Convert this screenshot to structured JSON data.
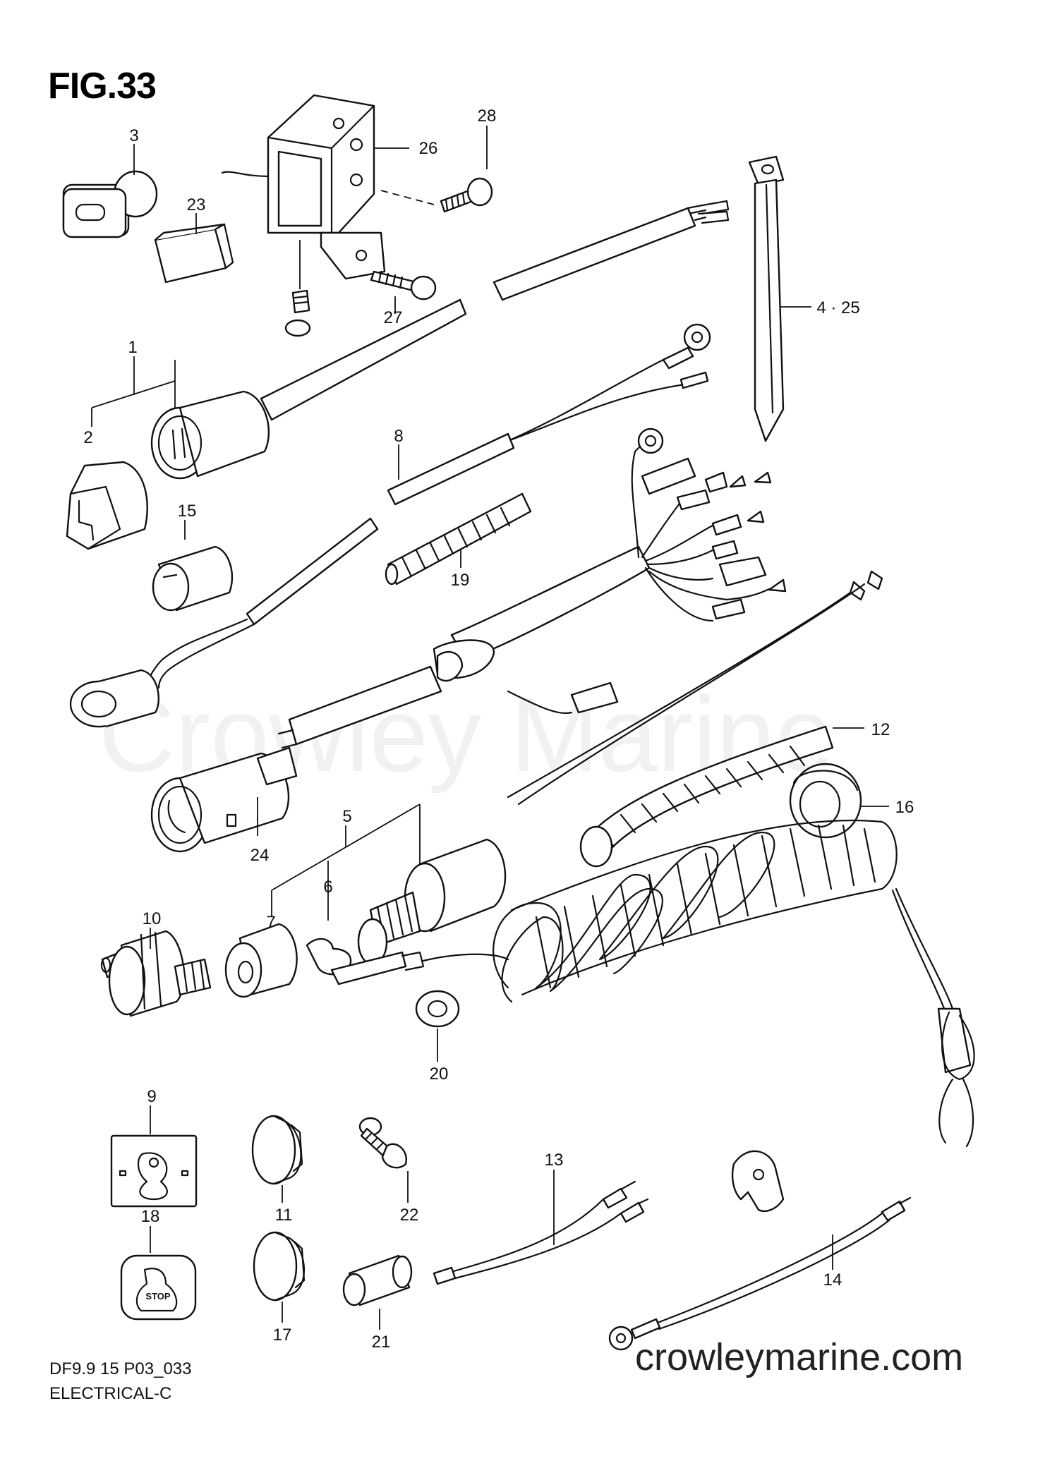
{
  "figure": {
    "title": "FIG.33",
    "model_code": "DF9.9 15 P03_033",
    "section": "ELECTRICAL-C",
    "website": "crowleymarine.com",
    "watermark": "Crowley Marine"
  },
  "part_labels": [
    {
      "id": "p1",
      "text": "1"
    },
    {
      "id": "p2",
      "text": "2"
    },
    {
      "id": "p3",
      "text": "3"
    },
    {
      "id": "p4_25",
      "text": "4 · 25"
    },
    {
      "id": "p5",
      "text": "5"
    },
    {
      "id": "p6",
      "text": "6"
    },
    {
      "id": "p7",
      "text": "7"
    },
    {
      "id": "p8",
      "text": "8"
    },
    {
      "id": "p9",
      "text": "9"
    },
    {
      "id": "p10",
      "text": "10"
    },
    {
      "id": "p11",
      "text": "11"
    },
    {
      "id": "p12",
      "text": "12"
    },
    {
      "id": "p13",
      "text": "13"
    },
    {
      "id": "p14",
      "text": "14"
    },
    {
      "id": "p15",
      "text": "15"
    },
    {
      "id": "p16",
      "text": "16"
    },
    {
      "id": "p17",
      "text": "17"
    },
    {
      "id": "p18",
      "text": "18"
    },
    {
      "id": "p19",
      "text": "19"
    },
    {
      "id": "p20",
      "text": "20"
    },
    {
      "id": "p21",
      "text": "21"
    },
    {
      "id": "p22",
      "text": "22"
    },
    {
      "id": "p23",
      "text": "23"
    },
    {
      "id": "p24",
      "text": "24"
    },
    {
      "id": "p26",
      "text": "26"
    },
    {
      "id": "p27",
      "text": "27"
    },
    {
      "id": "p28",
      "text": "28"
    }
  ],
  "stop_switch_text": "STOP"
}
